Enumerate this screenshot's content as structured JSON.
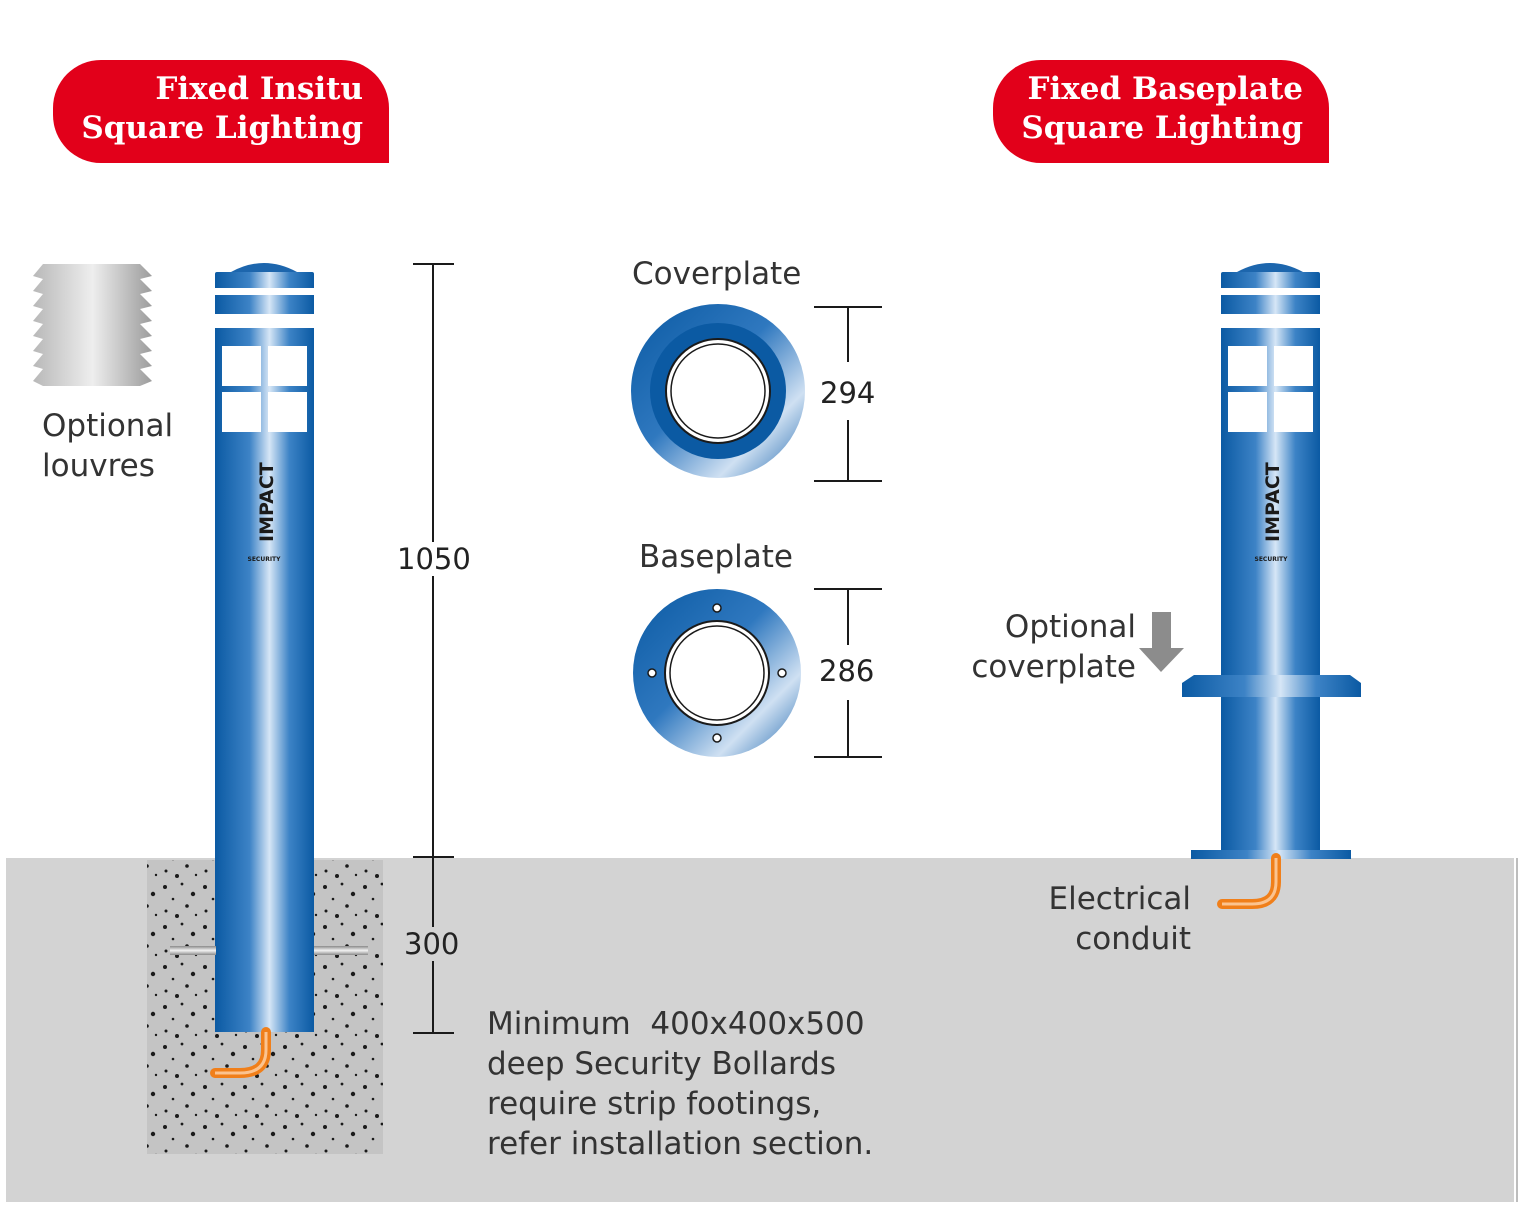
{
  "headings": {
    "left_line1": "Fixed Insitu",
    "left_line2": "Square Lighting",
    "right_line1": "Fixed Baseplate",
    "right_line2": "Square Lighting"
  },
  "labels": {
    "louvres_line1": "Optional",
    "louvres_line2": "louvres",
    "coverplate": "Coverplate",
    "baseplate": "Baseplate",
    "opt_coverplate_line1": "Optional",
    "opt_coverplate_line2": "coverplate",
    "conduit_line1": "Electrical",
    "conduit_line2": "conduit",
    "note_line1": "Minimum  400x400x500",
    "note_line2": "deep Security Bollards",
    "note_line3": "require strip footings,",
    "note_line4": "refer installation section."
  },
  "dimensions": {
    "above_ground": "1050",
    "below_ground": "300",
    "coverplate_diameter": "294",
    "baseplate_diameter": "286"
  },
  "logo": {
    "brand": "IMPACT",
    "tagline": "SECURITY"
  },
  "colors": {
    "badge": "#e2001a",
    "bollard_blue": "#0b5aa3",
    "ground": "#d3d3d3",
    "conduit": "#f07f1a"
  }
}
